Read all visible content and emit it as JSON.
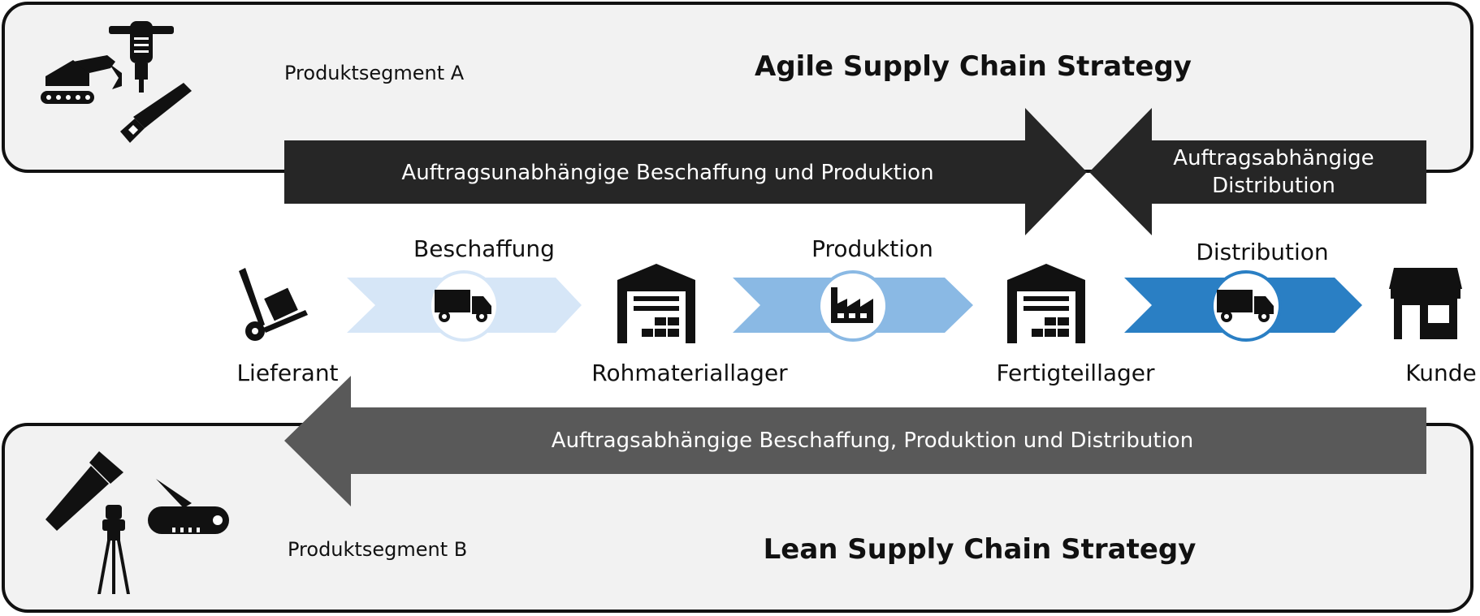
{
  "segments": {
    "top": {
      "segment_label": "Produktsegment A",
      "strategy_label": "Agile Supply Chain Strategy"
    },
    "bottom": {
      "segment_label": "Produktsegment B",
      "strategy_label": "Lean Supply Chain Strategy"
    }
  },
  "arrows": {
    "order_independent": "Auftragsunabhängige Beschaffung und Produktion",
    "order_dependent_distribution": "Auftragsabhängige Distribution",
    "order_dependent_all": "Auftragsabhängige Beschaffung, Produktion und Distribution"
  },
  "steps": {
    "procurement": "Beschaffung",
    "production": "Produktion",
    "distribution": "Distribution"
  },
  "nodes": {
    "supplier": "Lieferant",
    "raw_warehouse": "Rohmateriallager",
    "finished_warehouse": "Fertigteillager",
    "customer": "Kunde"
  },
  "colors": {
    "dark_arrow": "#262626",
    "lean_arrow": "#595959",
    "procurement_chevron": "#d6e6f7",
    "production_chevron": "#8ab9e4",
    "distribution_chevron": "#2a7fc4",
    "panel_fill": "#f2f2f2"
  },
  "icons": {
    "segment_a": [
      "excavator-icon",
      "jackhammer-icon",
      "saw-icon"
    ],
    "segment_b": [
      "flashlight-icon",
      "tripod-icon",
      "pocket-knife-icon"
    ],
    "supplier": "hand-truck-icon",
    "warehouse": "warehouse-icon",
    "customer": "store-icon",
    "truck": "truck-icon",
    "factory": "factory-icon"
  }
}
